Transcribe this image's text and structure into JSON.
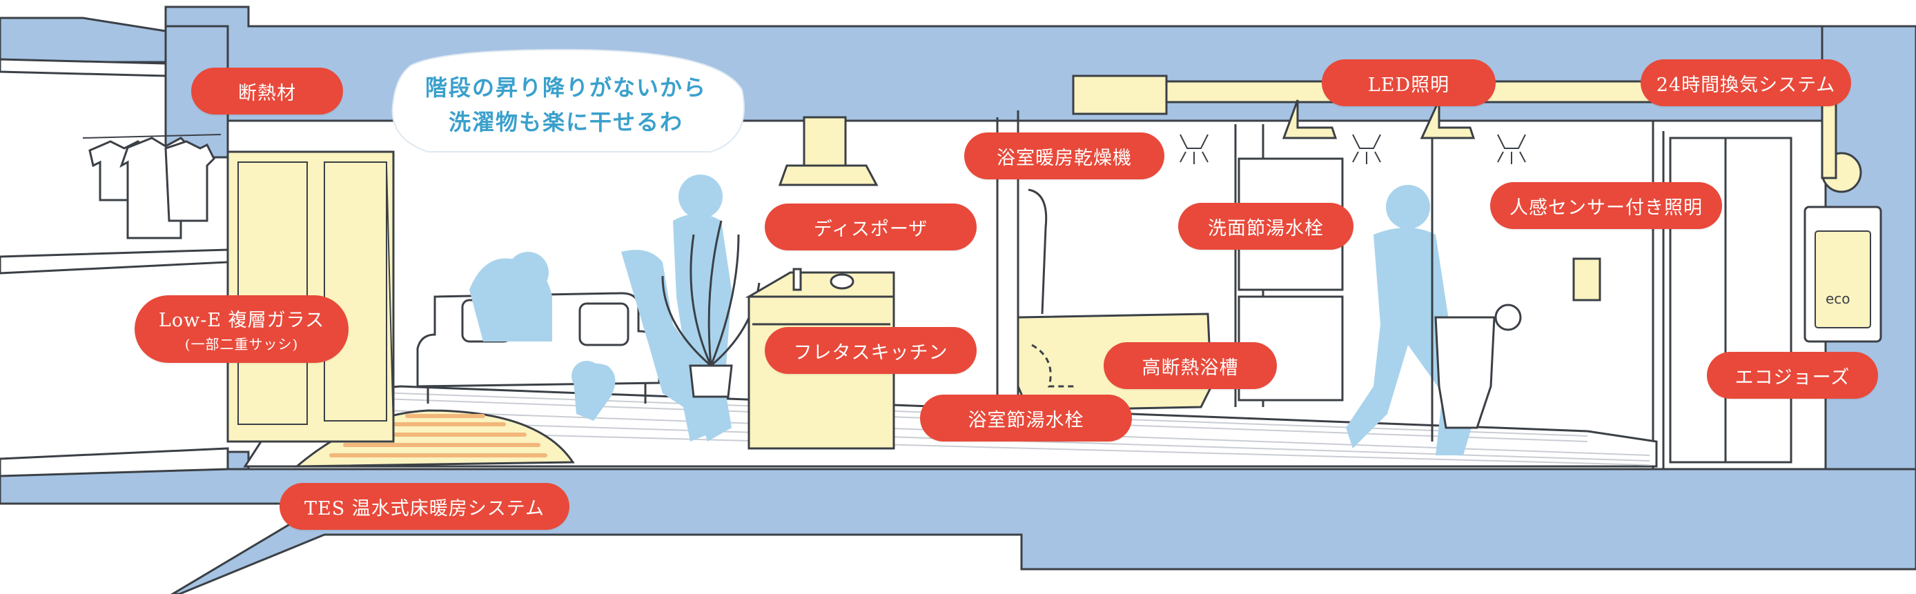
{
  "colors": {
    "structure": "#a6c3e3",
    "outline": "#3b4046",
    "tag": "#e8493a",
    "person": "#a9d3ec",
    "fixture": "#fbf3c0",
    "floor_heat": "#f2b77a",
    "bubble_text": "#3aa0cc"
  },
  "bubble": {
    "line1": "階段の昇り降りがないから",
    "line2": "洗濯物も楽に干せるわ"
  },
  "labels": {
    "insulation": "断熱材",
    "lowe_glass": "Low-E 複層ガラス",
    "lowe_glass_sub": "(一部二重サッシ)",
    "tes_floor": "TES 温水式床暖房システム",
    "disposer": "ディスポーザ",
    "flat_kitchen": "フレタスキッチン",
    "bath_dryer": "浴室暖房乾燥機",
    "led": "LED照明",
    "ventilation": "24時間換気システム",
    "sink_faucet": "洗面節湯水栓",
    "sensor_light": "人感センサー付き照明",
    "insulated_tub": "高断熱浴槽",
    "bath_faucet": "浴室節湯水栓",
    "ecojozu": "エコジョーズ"
  },
  "water_heater_text": "eco"
}
